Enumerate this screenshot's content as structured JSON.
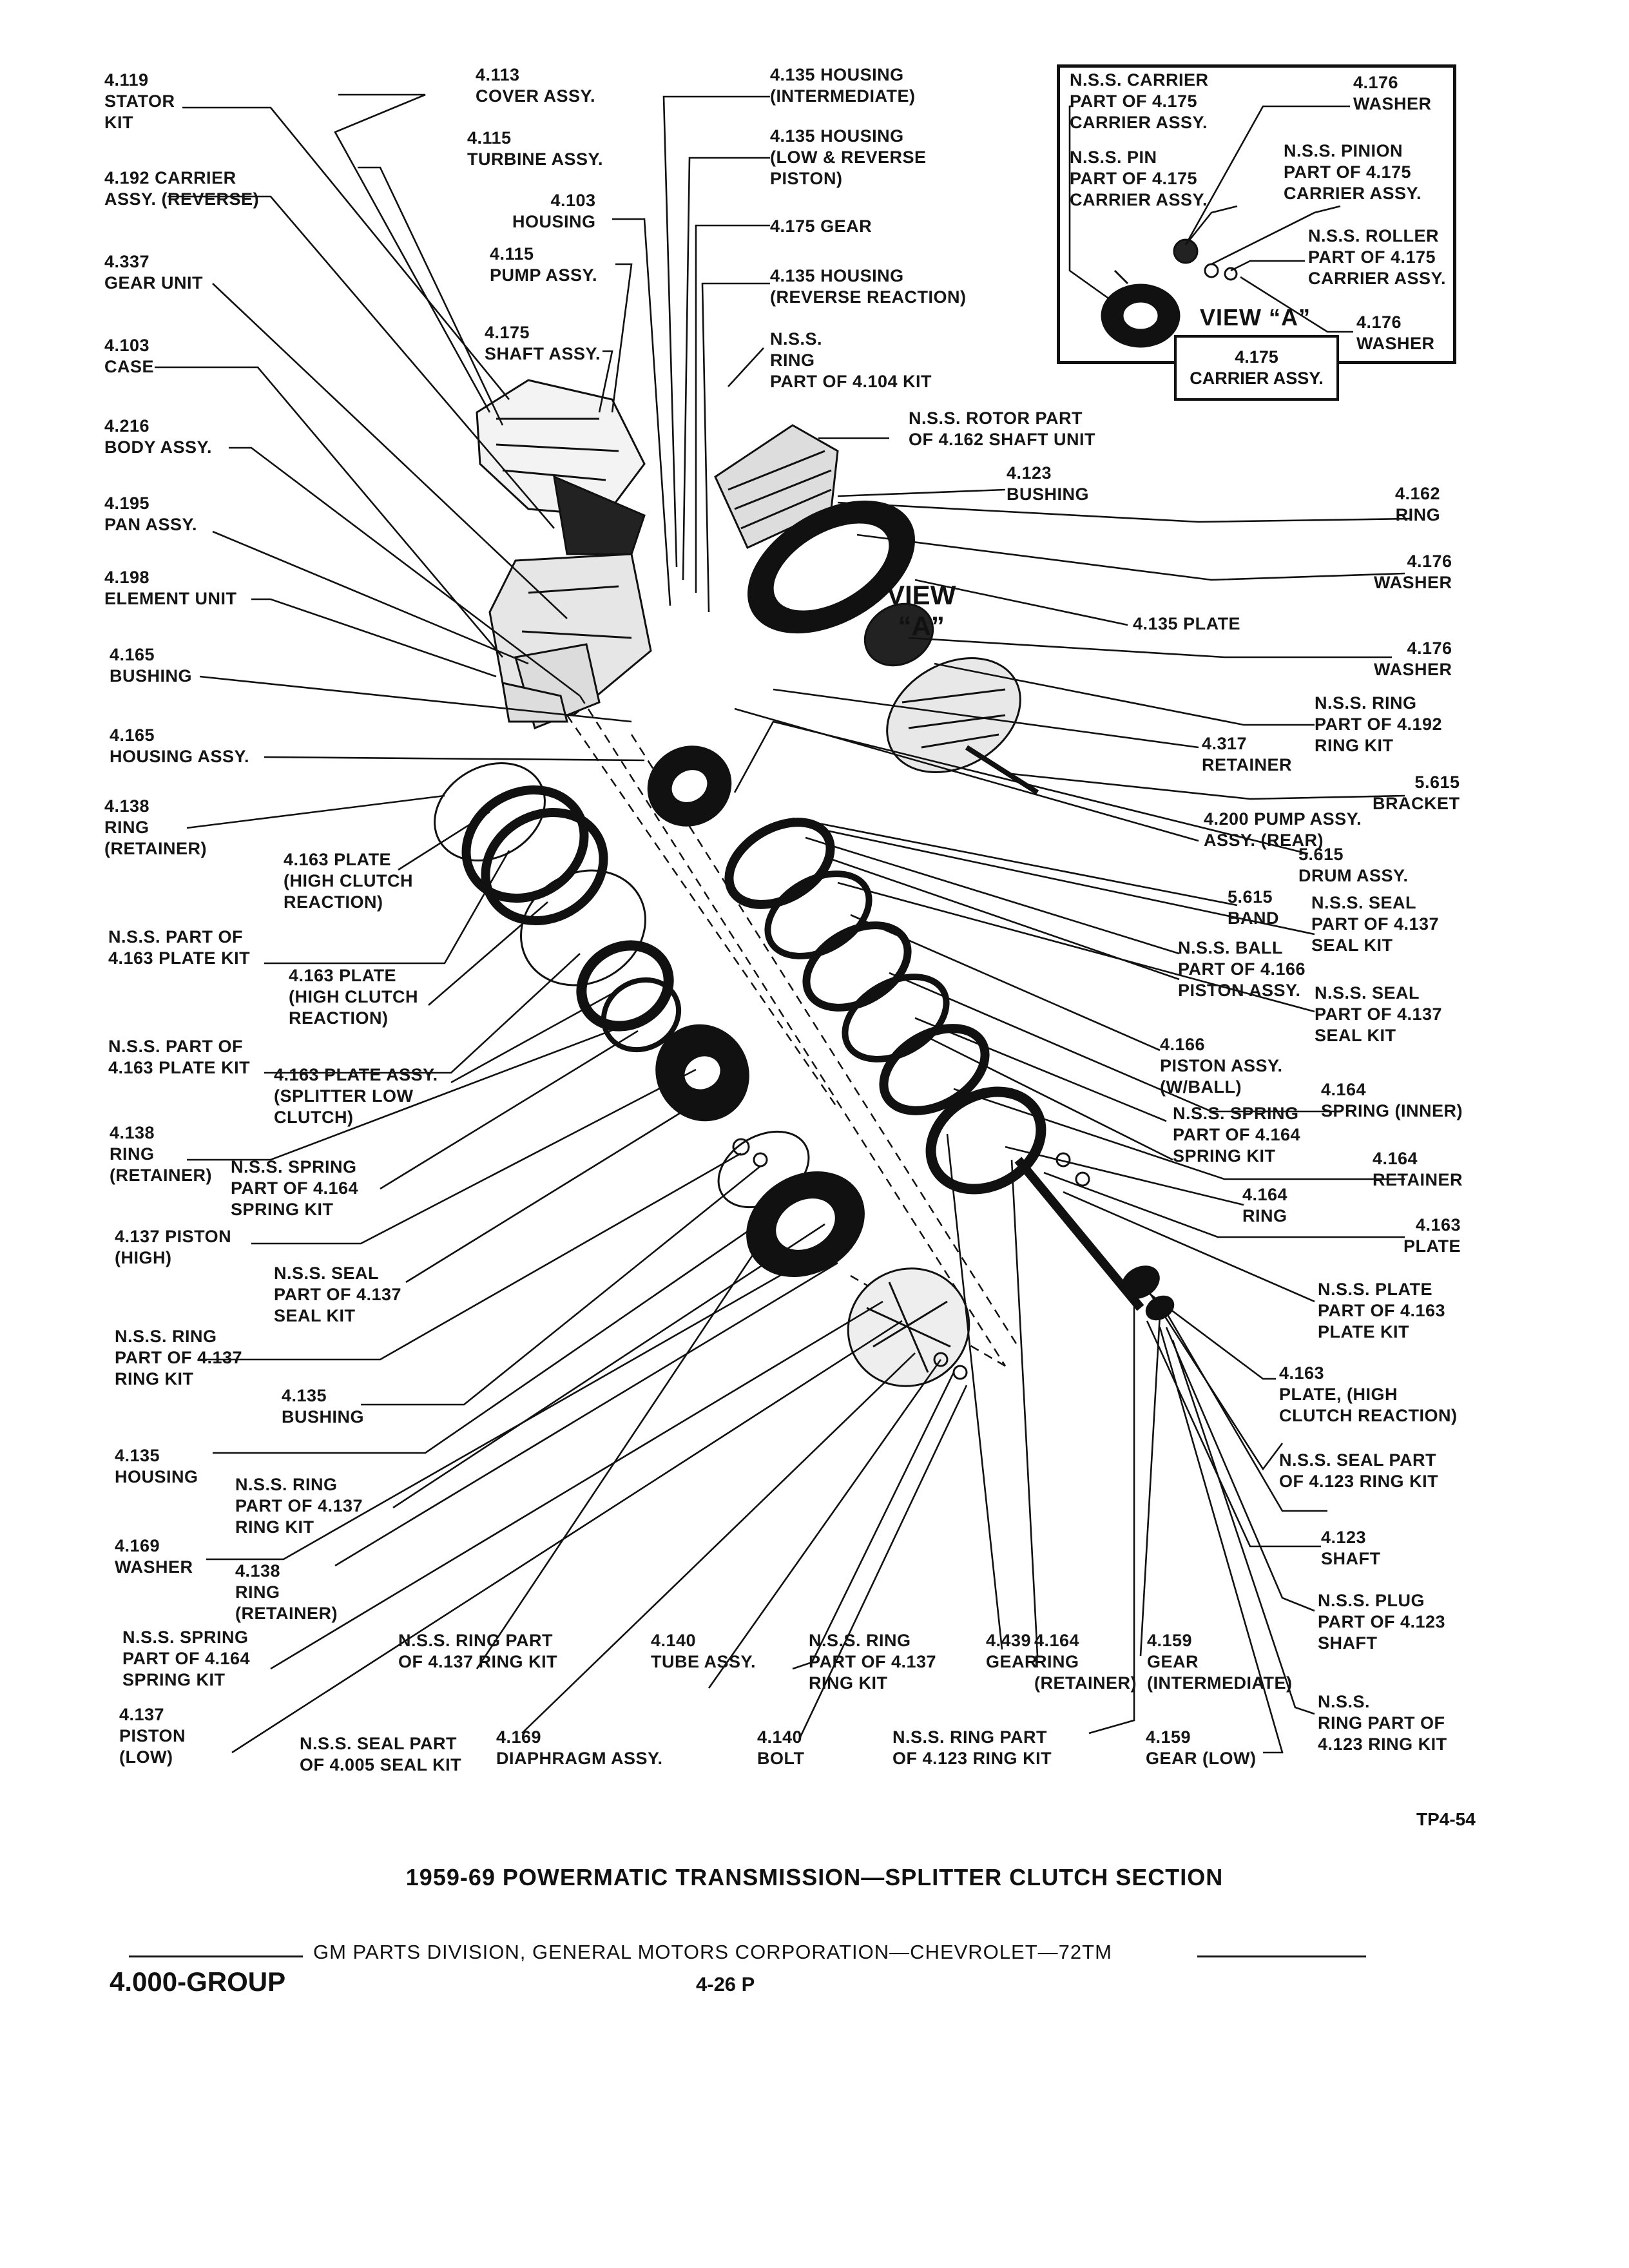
{
  "inset": {
    "view_title": "VIEW “A”",
    "box_label": "4.175\nCARRIER ASSY.",
    "labels": [
      {
        "id": "i1",
        "text": "N.S.S. CARRIER\nPART OF 4.175\nCARRIER ASSY."
      },
      {
        "id": "i2",
        "text": "4.176\nWASHER"
      },
      {
        "id": "i3",
        "text": "N.S.S. PIN\nPART OF 4.175\nCARRIER ASSY."
      },
      {
        "id": "i4",
        "text": "N.S.S. PINION\nPART OF 4.175\nCARRIER ASSY."
      },
      {
        "id": "i5",
        "text": "N.S.S. ROLLER\nPART OF 4.175\nCARRIER ASSY."
      },
      {
        "id": "i6",
        "text": "4.176\nWASHER"
      }
    ]
  },
  "view_label": "VIEW\n“A”",
  "left_labels": [
    {
      "id": "L01",
      "text": "4.119\nSTATOR\nKIT"
    },
    {
      "id": "L02",
      "text": "4.192 CARRIER\nASSY. (REVERSE)"
    },
    {
      "id": "L03",
      "text": "4.337\nGEAR UNIT"
    },
    {
      "id": "L04",
      "text": "4.103\nCASE"
    },
    {
      "id": "L05",
      "text": "4.216\nBODY ASSY."
    },
    {
      "id": "L06",
      "text": "4.195\nPAN ASSY."
    },
    {
      "id": "L07",
      "text": "4.198\nELEMENT UNIT"
    },
    {
      "id": "L08",
      "text": "4.165\nBUSHING"
    },
    {
      "id": "L09",
      "text": "4.165\nHOUSING ASSY."
    },
    {
      "id": "L10",
      "text": "4.138\nRING\n(RETAINER)"
    },
    {
      "id": "L11",
      "text": "4.163 PLATE\n(HIGH CLUTCH\nREACTION)"
    },
    {
      "id": "L12",
      "text": "N.S.S. PART OF\n4.163 PLATE KIT"
    },
    {
      "id": "L13",
      "text": "4.163 PLATE\n(HIGH CLUTCH\nREACTION)"
    },
    {
      "id": "L14",
      "text": "N.S.S. PART OF\n4.163 PLATE KIT"
    },
    {
      "id": "L15",
      "text": "4.163 PLATE ASSY.\n(SPLITTER LOW\nCLUTCH)"
    },
    {
      "id": "L16",
      "text": "4.138\nRING\n(RETAINER)"
    },
    {
      "id": "L17",
      "text": "N.S.S. SPRING\nPART OF 4.164\nSPRING KIT"
    },
    {
      "id": "L18",
      "text": "4.137 PISTON\n(HIGH)"
    },
    {
      "id": "L19",
      "text": "N.S.S. SEAL\nPART OF 4.137\nSEAL KIT"
    },
    {
      "id": "L20",
      "text": "N.S.S. RING\nPART OF 4.137\nRING KIT"
    },
    {
      "id": "L21",
      "text": "4.135\nBUSHING"
    },
    {
      "id": "L22",
      "text": "4.135\nHOUSING"
    },
    {
      "id": "L23",
      "text": "N.S.S. RING\nPART OF 4.137\nRING KIT"
    },
    {
      "id": "L24",
      "text": "4.169\nWASHER"
    },
    {
      "id": "L25",
      "text": "4.138\nRING\n(RETAINER)"
    },
    {
      "id": "L26",
      "text": "N.S.S. SPRING\nPART OF 4.164\nSPRING KIT"
    },
    {
      "id": "L27",
      "text": "4.137\nPISTON\n(LOW)"
    }
  ],
  "top_labels": [
    {
      "id": "T01",
      "text": "4.113\nCOVER ASSY."
    },
    {
      "id": "T02",
      "text": "4.115\nTURBINE ASSY."
    },
    {
      "id": "T03",
      "text": "4.103\nHOUSING"
    },
    {
      "id": "T04",
      "text": "4.115\nPUMP ASSY."
    },
    {
      "id": "T05",
      "text": "4.175\nSHAFT ASSY."
    },
    {
      "id": "T06",
      "text": "4.135 HOUSING\n(INTERMEDIATE)"
    },
    {
      "id": "T07",
      "text": "4.135 HOUSING\n(LOW & REVERSE\nPISTON)"
    },
    {
      "id": "T08",
      "text": "4.175 GEAR"
    },
    {
      "id": "T09",
      "text": "4.135 HOUSING\n(REVERSE REACTION)"
    },
    {
      "id": "T10",
      "text": "N.S.S.\nRING\nPART OF 4.104 KIT"
    },
    {
      "id": "T11",
      "text": "N.S.S. ROTOR PART\nOF 4.162 SHAFT UNIT"
    },
    {
      "id": "T12",
      "text": "4.123\nBUSHING"
    }
  ],
  "right_labels": [
    {
      "id": "R01",
      "text": "4.162\nRING"
    },
    {
      "id": "R02",
      "text": "4.176\nWASHER"
    },
    {
      "id": "R03",
      "text": "4.135 PLATE"
    },
    {
      "id": "R04",
      "text": "4.176\nWASHER"
    },
    {
      "id": "R05",
      "text": "N.S.S. RING\nPART OF 4.192\nRING KIT"
    },
    {
      "id": "R06",
      "text": "4.317\nRETAINER"
    },
    {
      "id": "R07",
      "text": "5.615\nBRACKET"
    },
    {
      "id": "R08",
      "text": "4.200 PUMP ASSY.\nASSY. (REAR)"
    },
    {
      "id": "R09",
      "text": "5.615\nDRUM ASSY."
    },
    {
      "id": "R10",
      "text": "5.615\nBAND"
    },
    {
      "id": "R11",
      "text": "N.S.S. SEAL\nPART OF 4.137\nSEAL KIT"
    },
    {
      "id": "R12",
      "text": "N.S.S. BALL\nPART OF 4.166\nPISTON ASSY."
    },
    {
      "id": "R13",
      "text": "N.S.S. SEAL\nPART OF 4.137\nSEAL KIT"
    },
    {
      "id": "R14",
      "text": "4.166\nPISTON ASSY.\n(W/BALL)"
    },
    {
      "id": "R15",
      "text": "4.164\nSPRING (INNER)"
    },
    {
      "id": "R16",
      "text": "N.S.S. SPRING\nPART OF 4.164\nSPRING KIT"
    },
    {
      "id": "R17",
      "text": "4.164\nRETAINER"
    },
    {
      "id": "R18",
      "text": "4.164\nRING"
    },
    {
      "id": "R19",
      "text": "4.163\nPLATE"
    },
    {
      "id": "R20",
      "text": "N.S.S. PLATE\nPART OF 4.163\nPLATE KIT"
    },
    {
      "id": "R21",
      "text": "4.163\nPLATE, (HIGH\nCLUTCH REACTION)"
    },
    {
      "id": "R22",
      "text": "N.S.S. SEAL PART\nOF 4.123 RING KIT"
    },
    {
      "id": "R23",
      "text": "4.123\nSHAFT"
    },
    {
      "id": "R24",
      "text": "N.S.S. PLUG\nPART OF 4.123\nSHAFT"
    },
    {
      "id": "R25",
      "text": "N.S.S.\nRING PART OF\n4.123 RING KIT"
    }
  ],
  "bottom_labels": [
    {
      "id": "B01",
      "text": "N.S.S. RING PART\nOF 4.137 RING KIT"
    },
    {
      "id": "B02",
      "text": "4.140\nTUBE ASSY."
    },
    {
      "id": "B03",
      "text": "N.S.S. RING\nPART OF 4.137\nRING KIT"
    },
    {
      "id": "B04",
      "text": "4.439\nGEAR"
    },
    {
      "id": "B05",
      "text": "4.164\nRING\n(RETAINER)"
    },
    {
      "id": "B06",
      "text": "4.159\nGEAR\n(INTERMEDIATE)"
    },
    {
      "id": "B07",
      "text": "N.S.S. SEAL PART\nOF 4.005 SEAL KIT"
    },
    {
      "id": "B08",
      "text": "4.169\nDIAPHRAGM ASSY."
    },
    {
      "id": "B09",
      "text": "4.140\nBOLT"
    },
    {
      "id": "B10",
      "text": "N.S.S. RING PART\nOF 4.123 RING KIT"
    },
    {
      "id": "B11",
      "text": "4.159\nGEAR (LOW)"
    }
  ],
  "figure_code": "TP4-54",
  "figure_title": "1959-69 POWERMATIC TRANSMISSION—SPLITTER CLUTCH SECTION",
  "footer": {
    "text": "GM PARTS DIVISION, GENERAL MOTORS CORPORATION—CHEVROLET—72TM",
    "group": "4.000-GROUP",
    "page": "4-26 P"
  }
}
